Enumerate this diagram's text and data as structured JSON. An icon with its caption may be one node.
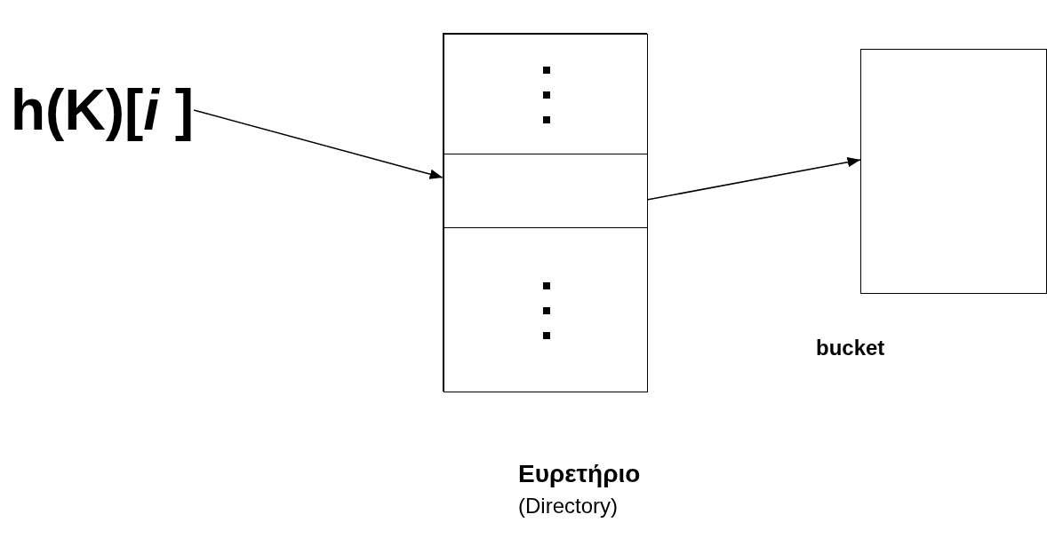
{
  "diagram": {
    "nodes": [
      {
        "text": [
          "h(K)[*i* ]"
        ]
      },
      {
        "text": [],
        "shape": "box",
        "beside": [
          "Ευρετήριο",
          "(Directory)"
        ]
      },
      {
        "text": [],
        "shape": "box",
        "in": 1
      },
      {
        "text": [],
        "shape": "box",
        "in": 1
      },
      {
        "text": [],
        "shape": "box",
        "in": 1
      },
      {
        "text": [],
        "shape": "box",
        "beside": [
          "bucket"
        ]
      }
    ],
    "edges": [
      {
        "from": 0,
        "to": 3,
        "arrow": "to"
      },
      {
        "from": 3,
        "to": 5,
        "arrow": "to"
      }
    ]
  }
}
